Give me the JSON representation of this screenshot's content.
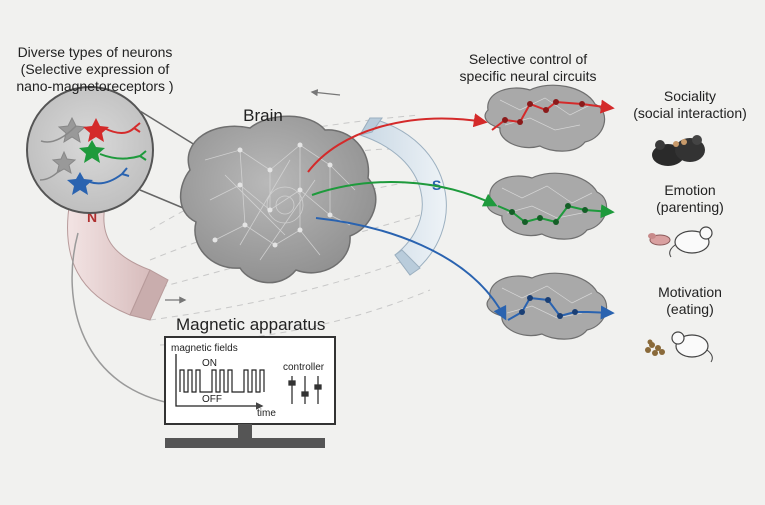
{
  "neurons": {
    "title_line1": "Diverse types of neurons",
    "title_line2": "(Selective expression of",
    "title_line3": "nano-magnetoreceptors )"
  },
  "brain": {
    "label": "Brain"
  },
  "control": {
    "title_line1": "Selective control of",
    "title_line2": "specific neural circuits"
  },
  "magnet": {
    "north_label": "N",
    "south_label": "S"
  },
  "apparatus": {
    "title": "Magnetic apparatus",
    "fields_label": "magnetic fields",
    "on_label": "ON",
    "off_label": "OFF",
    "time_label": "time",
    "controller_label": "controller"
  },
  "outcomes": [
    {
      "name": "Sociality",
      "detail": "(social interaction)",
      "color": "#d42a2a"
    },
    {
      "name": "Emotion",
      "detail": "(parenting)",
      "color": "#1e9a3c"
    },
    {
      "name": "Motivation",
      "detail": "(eating)",
      "color": "#2a63b0"
    }
  ],
  "colors": {
    "red": "#d42a2a",
    "green": "#1e9a3c",
    "blue": "#2a63b0",
    "magnet_north": "#e9d6d6",
    "magnet_south": "#d8e3ec",
    "brain": "#9c9c9c"
  }
}
